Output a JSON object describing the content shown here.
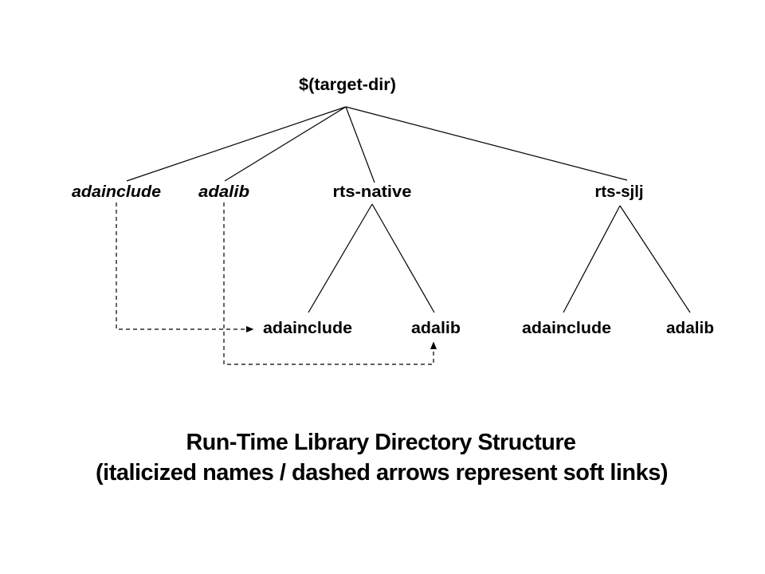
{
  "diagram": {
    "root": {
      "label": "$(target-dir)"
    },
    "level1": [
      {
        "label": "adainclude",
        "soft_link": true
      },
      {
        "label": "adalib",
        "soft_link": true
      },
      {
        "label": "rts-native",
        "soft_link": false
      },
      {
        "label": "rts-sjlj",
        "soft_link": false
      }
    ],
    "rts_native_children": [
      {
        "label": "adainclude"
      },
      {
        "label": "adalib"
      }
    ],
    "rts_sjlj_children": [
      {
        "label": "adainclude"
      },
      {
        "label": "adalib"
      }
    ],
    "soft_links": [
      {
        "from": "adainclude",
        "to": "rts-native/adainclude"
      },
      {
        "from": "adalib",
        "to": "rts-native/adalib"
      }
    ],
    "caption": {
      "line1": "Run-Time Library Directory Structure",
      "line2": "(italicized names / dashed arrows represent soft links)"
    },
    "colors": {
      "text": "#000000",
      "line": "#000000",
      "background": "#ffffff"
    }
  }
}
